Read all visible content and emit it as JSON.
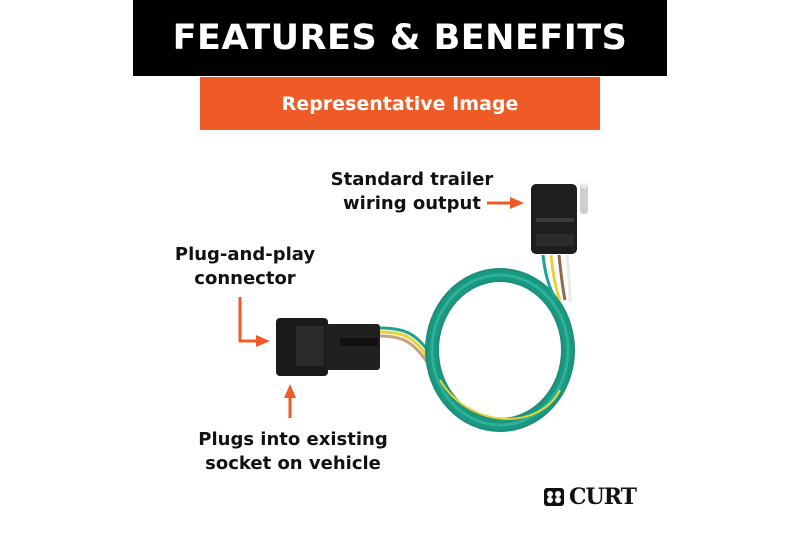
{
  "header": {
    "title": "FEATURES & BENEFITS",
    "subtitle": "Representative Image"
  },
  "callouts": {
    "output_line1": "Standard trailer",
    "output_line2": "wiring output",
    "connector_line1": "Plug-and-play",
    "connector_line2": "connector",
    "socket_line1": "Plugs into existing",
    "socket_line2": "socket on vehicle"
  },
  "brand": {
    "name": "CURT",
    "logo_icon": "curt-emblem-icon"
  },
  "colors": {
    "title_bg": "#000000",
    "subtitle_bg": "#ef5b27",
    "arrow": "#ef5b27",
    "wire_green": "#1fa38a",
    "connector": "#222222"
  }
}
